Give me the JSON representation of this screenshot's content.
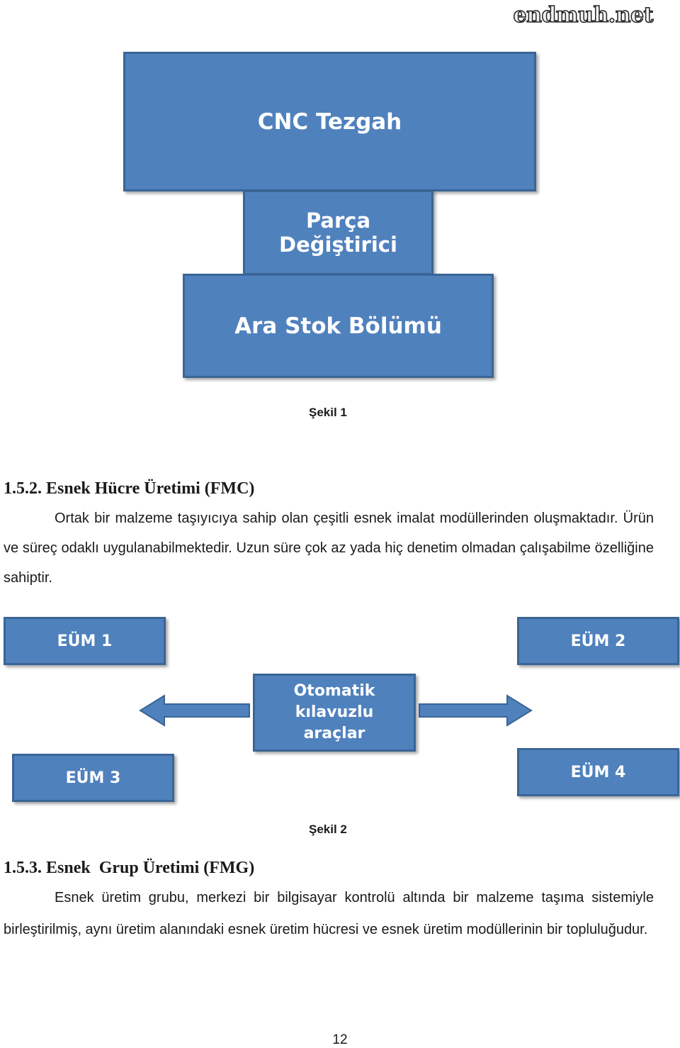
{
  "logo": "endmuh.net",
  "figure1": {
    "boxes": [
      "CNC Tezgah",
      "Parça Değiştirici",
      "Ara Stok Bölümü"
    ],
    "caption": "Şekil 1"
  },
  "section_fmc": {
    "heading": "1.5.2. Esnek Hücre Üretimi (FMC)",
    "text": "Ortak bir malzeme taşıyıcıya sahip olan çeşitli esnek imalat modüllerinden oluşmaktadır. Ürün ve süreç odaklı uygulanabilmektedir. Uzun süre çok az yada hiç denetim olmadan çalışabilme özelliğine sahiptir."
  },
  "figure2": {
    "eum1": "EÜM 1",
    "eum2": "EÜM 2",
    "eum3": "EÜM 3",
    "eum4": "EÜM 4",
    "center": "Otomatik kılavuzlu araçlar",
    "caption": "Şekil 2"
  },
  "section_fmg": {
    "heading": "1.5.3. Esnek  Grup Üretimi (FMG)",
    "text": "Esnek üretim grubu, merkezi bir bilgisayar kontrolü altında bir malzeme taşıma sistemiyle birleştirilmiş, aynı üretim alanındaki esnek üretim hücresi ve esnek üretim modüllerinin bir topluluğudur."
  },
  "page_number": "12",
  "colors": {
    "box_fill": "#4f81bd",
    "box_border": "#3a6596",
    "text": "#1a1a1a"
  }
}
